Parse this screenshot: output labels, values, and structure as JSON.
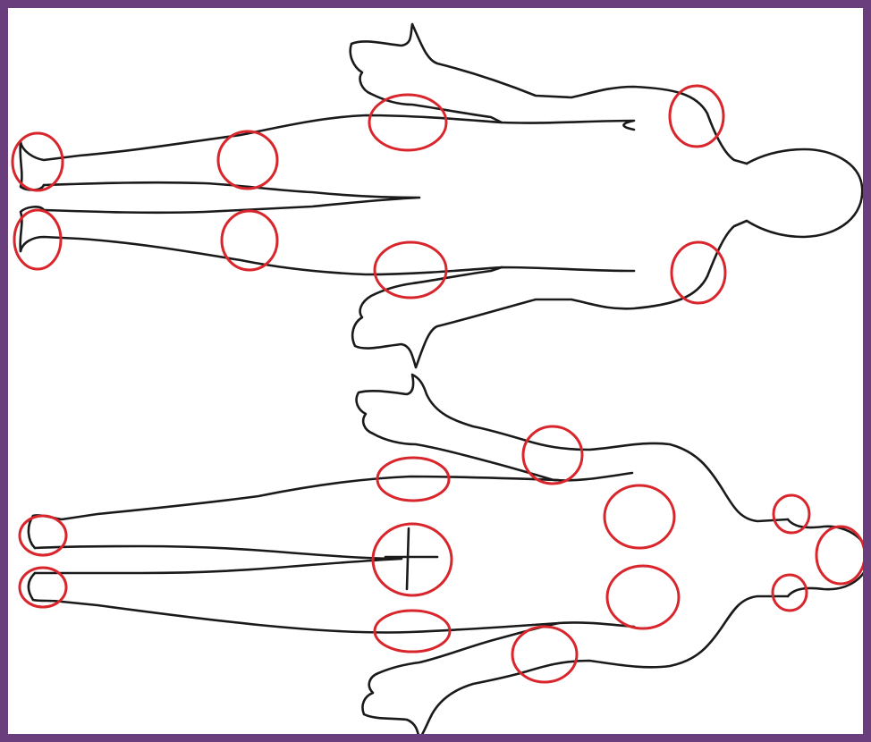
{
  "colors": {
    "border": "#6a3d7c",
    "outline": "#1a1a1a",
    "marker": "#d8262c"
  },
  "figures": [
    {
      "name": "back-view-figure",
      "markers": [
        "right-shoulder",
        "left-shoulder",
        "right-hip",
        "left-hip",
        "right-knee",
        "left-knee",
        "right-heel",
        "left-heel"
      ]
    },
    {
      "name": "front-view-figure",
      "markers": [
        "head",
        "neck-left",
        "neck-right",
        "right-elbow",
        "left-elbow",
        "chest-upper",
        "chest-lower",
        "right-hip",
        "left-hip",
        "groin",
        "right-ankle",
        "left-ankle"
      ]
    }
  ]
}
